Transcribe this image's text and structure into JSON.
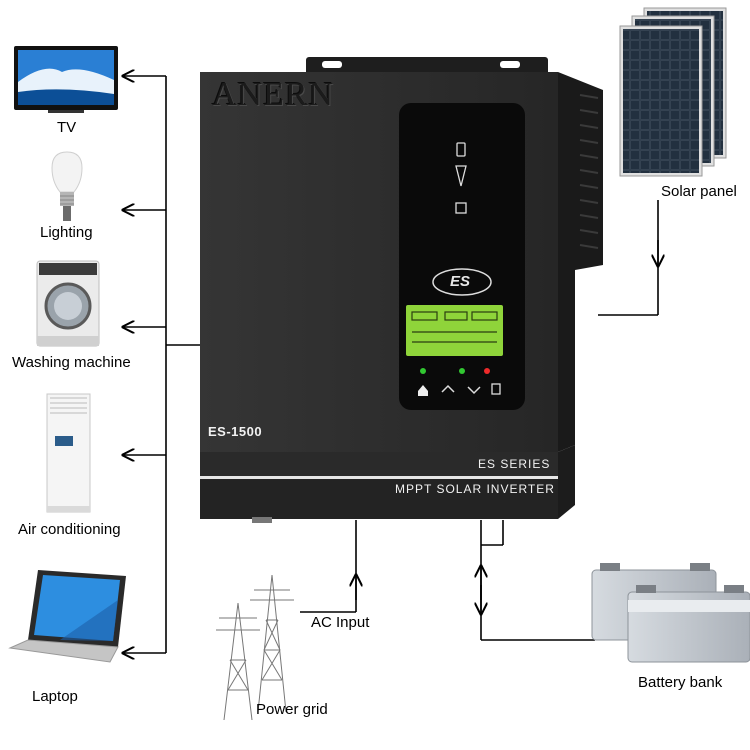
{
  "loads": [
    {
      "label": "TV",
      "icon": "tv-icon"
    },
    {
      "label": "Lighting",
      "icon": "light-bulb-icon"
    },
    {
      "label": "Washing machine",
      "icon": "washing-machine-icon"
    },
    {
      "label": "Air conditioning",
      "icon": "air-conditioner-icon"
    },
    {
      "label": "Laptop",
      "icon": "laptop-icon"
    }
  ],
  "inverter": {
    "brand": "ANERN",
    "model": "ES-1500",
    "series": "ES SERIES",
    "type": "MPPT SOLAR INVERTER",
    "logo": "ES"
  },
  "sources": {
    "solar": "Solar panel",
    "ac_input": "AC Input",
    "grid": "Power grid",
    "battery": "Battery bank"
  },
  "colors": {
    "inverter_body": "#2d2d2d",
    "lcd": "#8fd43a",
    "tv_screen": "#2a7fd4",
    "solar_cell": "#1a2533",
    "battery_case": "#c9ced4"
  }
}
